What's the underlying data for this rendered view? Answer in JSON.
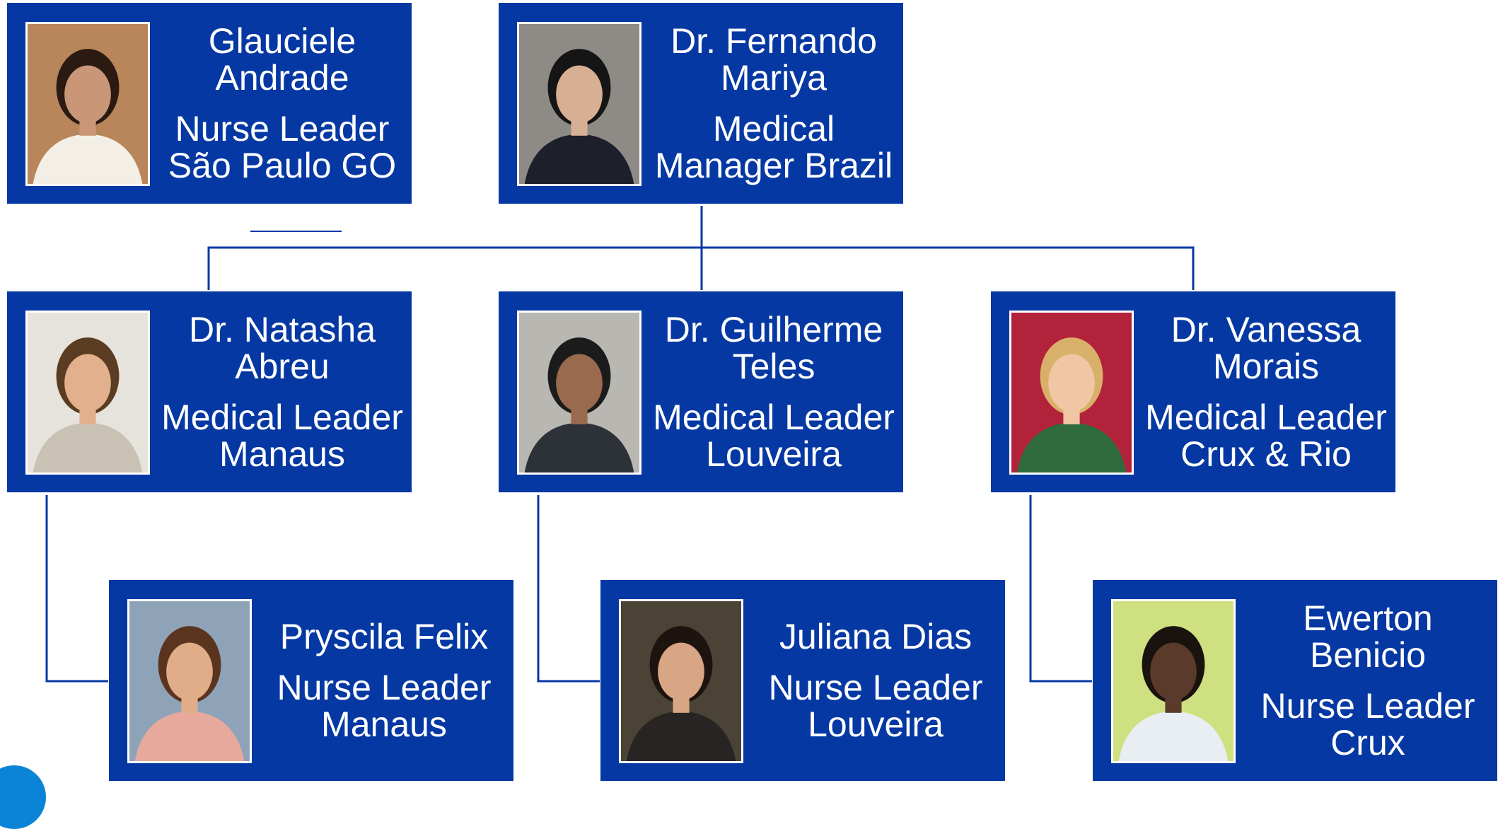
{
  "colors": {
    "card_background": "#0538a3",
    "card_text": "#ffffff",
    "connector": "#0538a3"
  },
  "cards": [
    {
      "id": "glauciele",
      "name_lines": [
        "Glauciele",
        "Andrade"
      ],
      "role_lines": [
        "Nurse Leader",
        "São Paulo GO"
      ],
      "photo_bg": "#b8865a",
      "hair": "#2a1a12",
      "skin": "#c99777",
      "shirt": "#f3efe6"
    },
    {
      "id": "fernando",
      "name_lines": [
        "Dr. Fernando",
        "Mariya"
      ],
      "role_lines": [
        "Medical",
        "Manager Brazil"
      ],
      "photo_bg": "#8e8a86",
      "hair": "#151515",
      "skin": "#d7b093",
      "shirt": "#1d1f2b"
    },
    {
      "id": "natasha",
      "name_lines": [
        "Dr. Natasha",
        "Abreu"
      ],
      "role_lines": [
        "Medical Leader",
        "Manaus"
      ],
      "photo_bg": "#e6e2dc",
      "hair": "#5a3c22",
      "skin": "#e2b08c",
      "shirt": "#c8c1b4"
    },
    {
      "id": "guilherme",
      "name_lines": [
        "Dr. Guilherme",
        "Teles"
      ],
      "role_lines": [
        "Medical Leader",
        "Louveira"
      ],
      "photo_bg": "#b9b7b2",
      "hair": "#1b1b1b",
      "skin": "#9a6a4e",
      "shirt": "#2d3138"
    },
    {
      "id": "vanessa",
      "name_lines": [
        "Dr. Vanessa",
        "Morais"
      ],
      "role_lines": [
        "Medical Leader",
        "Crux & Rio"
      ],
      "photo_bg": "#b3223b",
      "hair": "#d8b06a",
      "skin": "#f0c6a4",
      "shirt": "#2f6b3c"
    },
    {
      "id": "pryscila",
      "name_lines": [
        "Pryscila Felix"
      ],
      "role_lines": [
        "Nurse Leader",
        "Manaus"
      ],
      "photo_bg": "#8fa3b8",
      "hair": "#5b3420",
      "skin": "#e0ad88",
      "shirt": "#e6a99c"
    },
    {
      "id": "juliana",
      "name_lines": [
        "Juliana Dias"
      ],
      "role_lines": [
        "Nurse Leader",
        "Louveira"
      ],
      "photo_bg": "#4b4436",
      "hair": "#1e140f",
      "skin": "#d8a585",
      "shirt": "#272423"
    },
    {
      "id": "ewerton",
      "name_lines": [
        "Ewerton",
        "Benicio"
      ],
      "role_lines": [
        "Nurse Leader",
        "Crux"
      ],
      "photo_bg": "#cfe080",
      "hair": "#1a120e",
      "skin": "#5a3a2a",
      "shirt": "#e9eef2"
    }
  ]
}
